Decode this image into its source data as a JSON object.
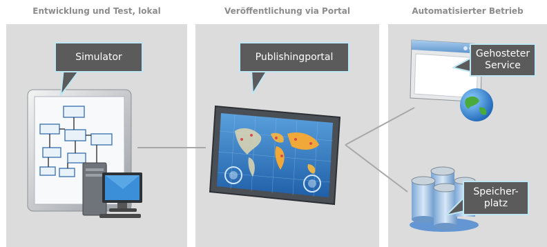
{
  "columns": [
    {
      "title": "Entwicklung und Test, lokal"
    },
    {
      "title": "Veröffentlichung via Portal"
    },
    {
      "title": "Automatisierter Betrieb"
    }
  ],
  "callouts": {
    "simulator": "Simulator",
    "portal": "Publishingportal",
    "service_line1": "Gehosteter",
    "service_line2": "Service",
    "storage_line1": "Speicher-",
    "storage_line2": "platz"
  },
  "icons": [
    "flowchart-screen-icon",
    "computer-icon",
    "world-map-display-icon",
    "browser-window-icon",
    "globe-icon",
    "storage-cylinders-icon"
  ],
  "colors": {
    "panel": "#dcdcdc",
    "callout_fill": "#5b5b5b",
    "callout_border": "#bde7f4",
    "title": "#8c8c8c"
  }
}
